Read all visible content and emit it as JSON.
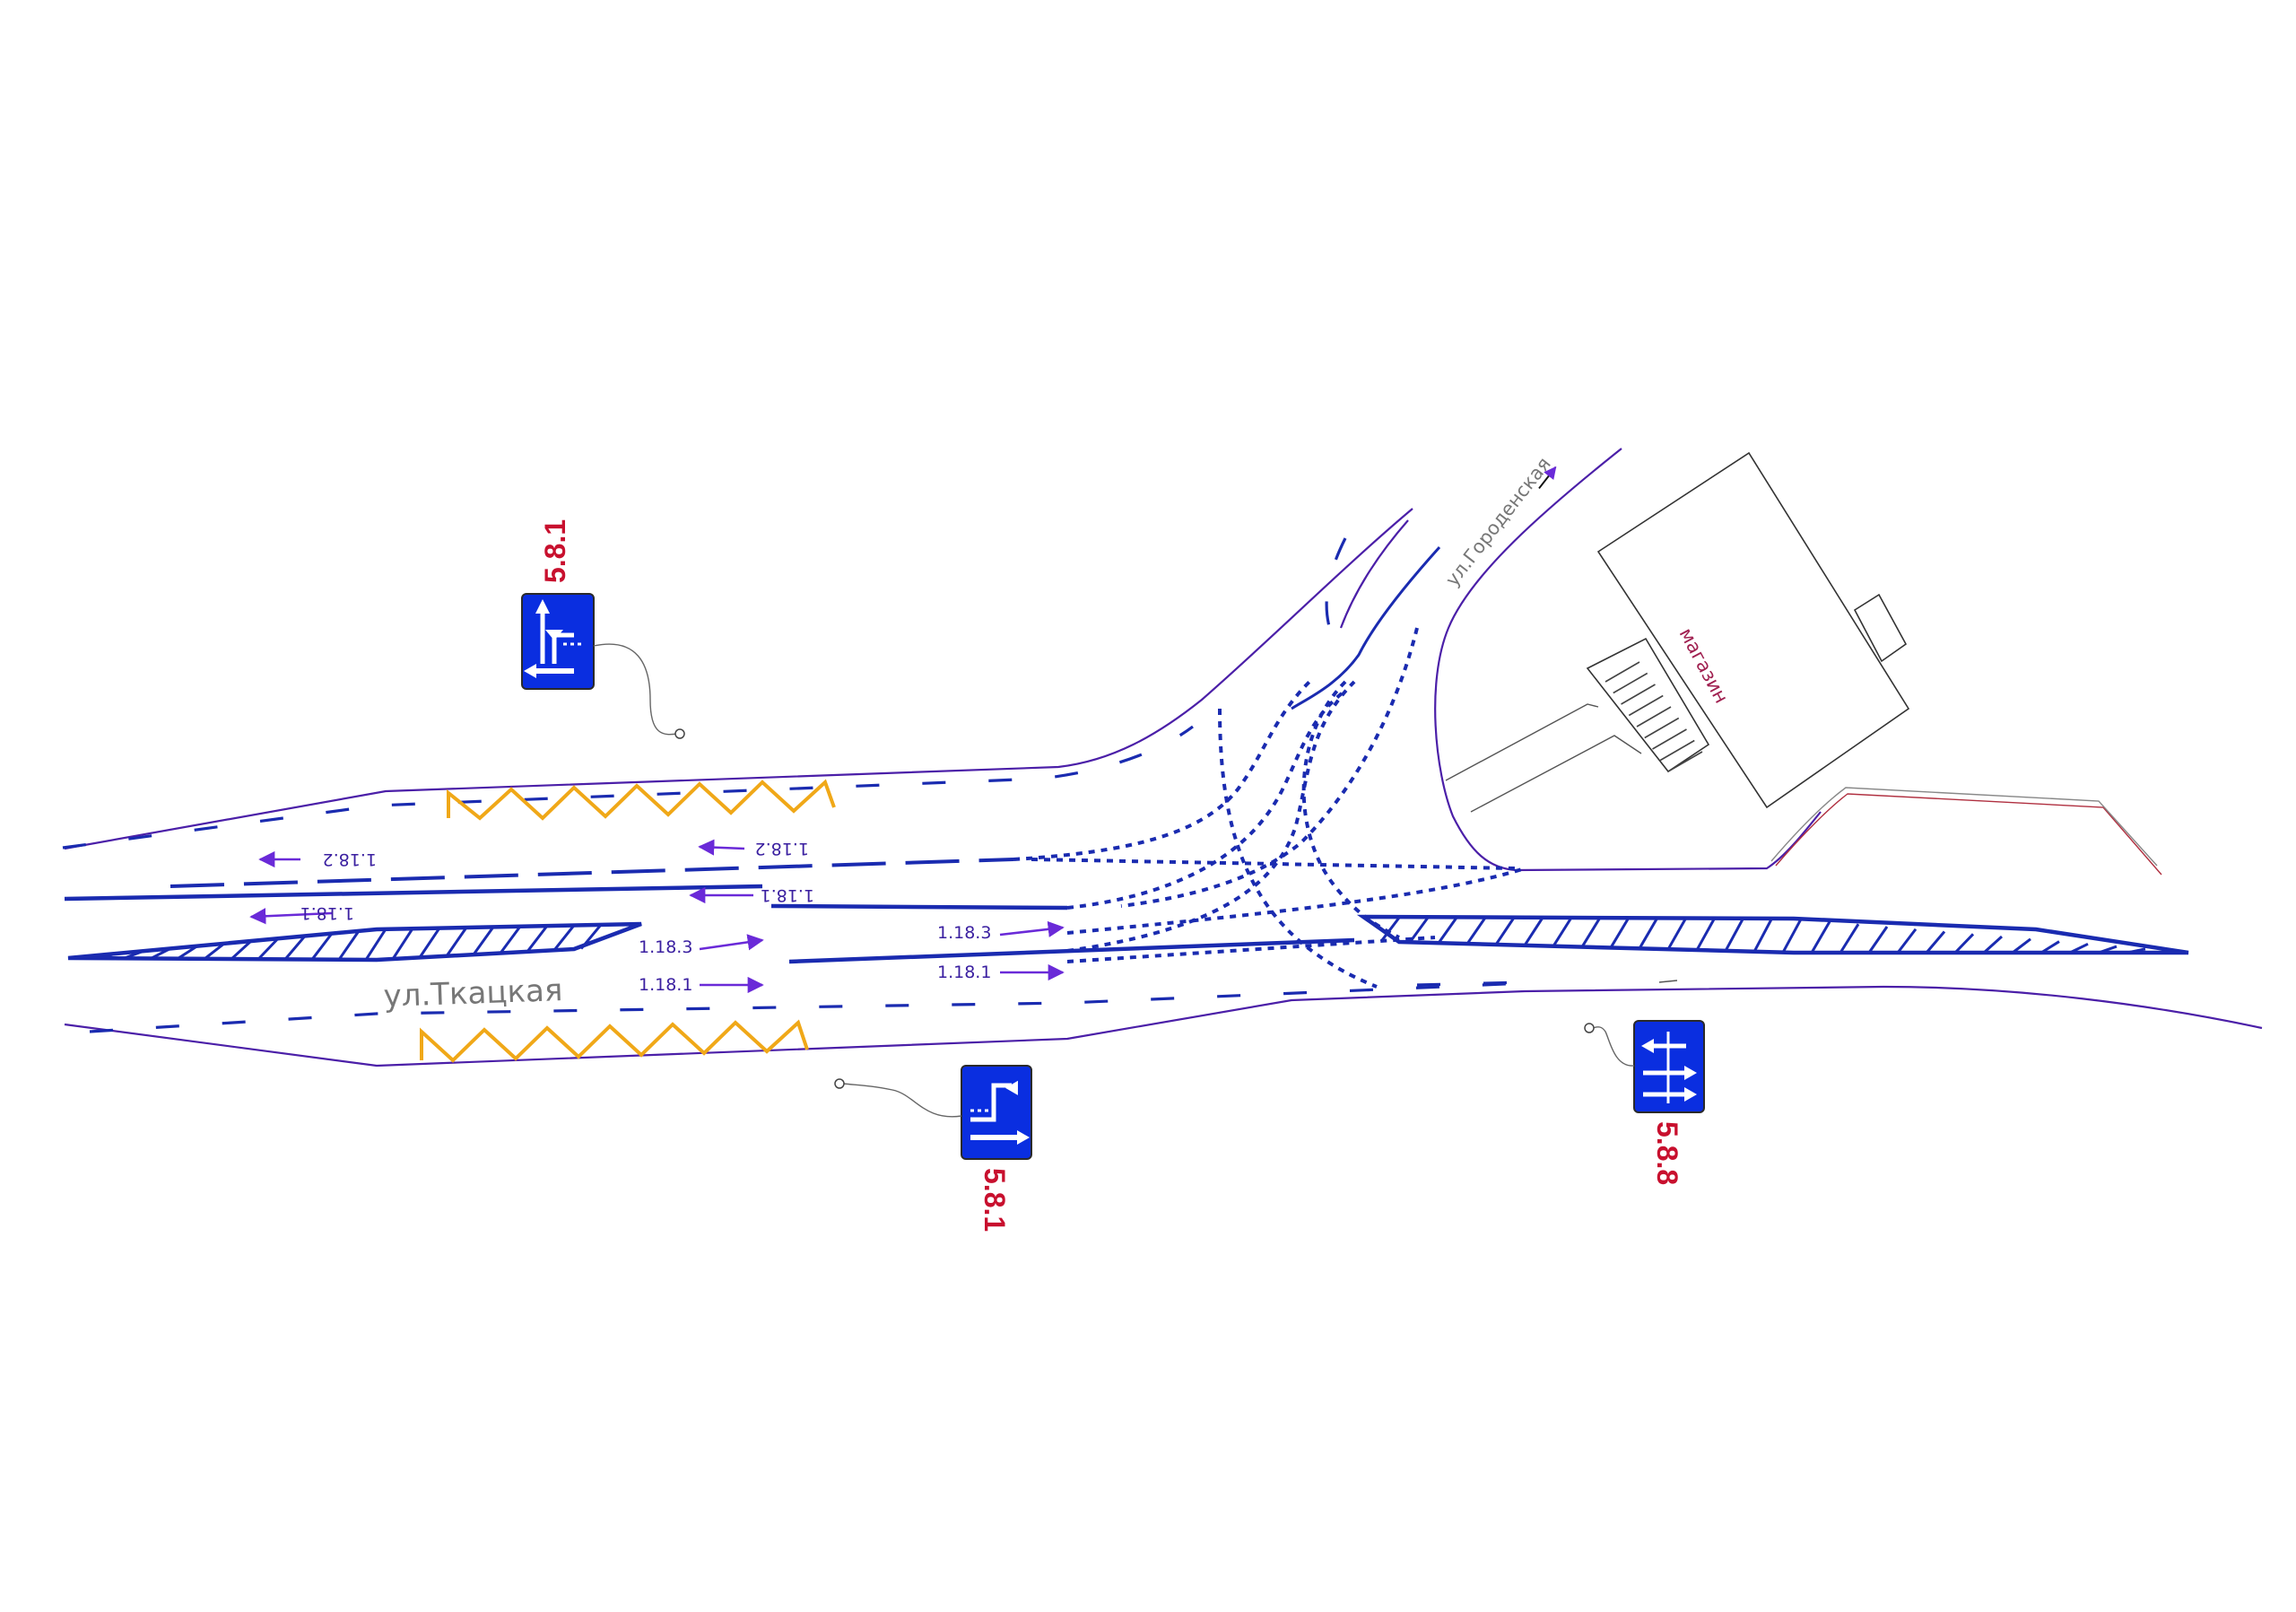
{
  "streets": {
    "main": "ул.Ткацкая",
    "side": "ул.Городенская"
  },
  "building": {
    "label": "магазин"
  },
  "markings": {
    "m1182_top_left": "1.18.2",
    "m1182_top_mid": "1.18.2",
    "m1181_upper_left": "1.18.1",
    "m1181_upper_mid": "1.18.1",
    "m1183_lower_left": "1.18.3",
    "m1181_lower_left": "1.18.1",
    "m1183_lower_right": "1.18.3",
    "m1181_lower_right": "1.18.1"
  },
  "signs": {
    "top_left": {
      "code": "5.8.1",
      "icon": "lane-direction-sign-icon"
    },
    "bottom_mid": {
      "code": "5.8.1",
      "icon": "lane-direction-sign-icon"
    },
    "right": {
      "code": "5.8.8",
      "icon": "lane-direction-sign-icon"
    }
  },
  "colors": {
    "marking": "#1a2bb0",
    "road_edge": "#4b1fa8",
    "zigzag": "#f0a818",
    "sign_bg": "#0a2ee0",
    "sign_code": "#c8102e"
  }
}
